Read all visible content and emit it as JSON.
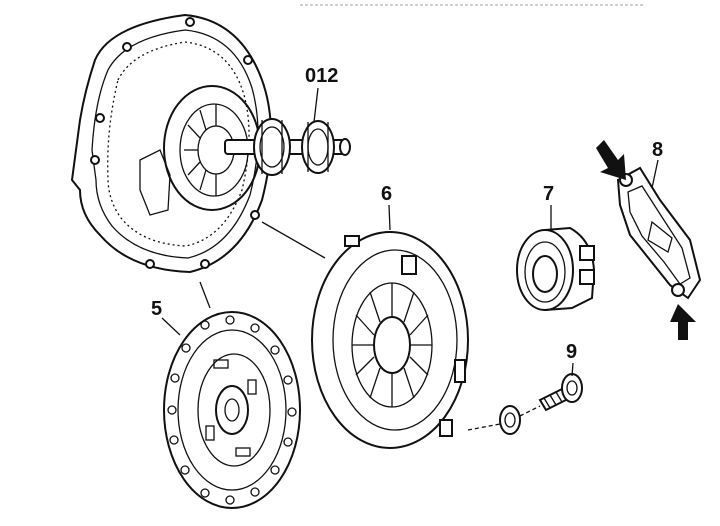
{
  "callouts": {
    "c012": "012",
    "c6": "6",
    "c7": "7",
    "c8": "8",
    "c5": "5",
    "c9": "9"
  },
  "parts": [
    {
      "callout": "012",
      "icon": "gearbox-input-shaft-icon"
    },
    {
      "callout": "5",
      "icon": "clutch-disc-icon"
    },
    {
      "callout": "6",
      "icon": "pressure-plate-icon"
    },
    {
      "callout": "7",
      "icon": "release-bearing-icon"
    },
    {
      "callout": "8",
      "icon": "release-fork-icon"
    },
    {
      "callout": "9",
      "icon": "bolt-icon"
    }
  ],
  "colors": {
    "line": "#111111",
    "background": "#ffffff"
  }
}
